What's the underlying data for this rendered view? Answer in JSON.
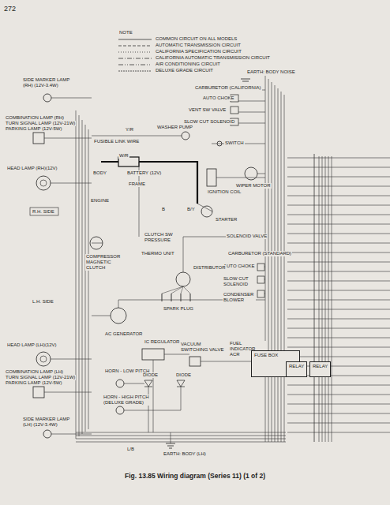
{
  "diagram": {
    "caption": "Fig. 13.85  Wiring diagram (Series 11) (1 of 2)",
    "nodes": [
      {
        "text": [
          "FUSE BOX"
        ]
      },
      {
        "text": [
          "RELAY"
        ]
      },
      {
        "text": [
          "RELAY"
        ]
      }
    ],
    "labels": [
      "272",
      "NOTE",
      "SIDE MARKER LAMP (RH) (12V-3.4W)",
      "COMBINATION LAMP (RH)",
      "TURN SIGNAL LAMP (12V-21W)",
      "PARKING LAMP (12V-5W)",
      "HEAD LAMP (RH)(12V)",
      "R.H. SIDE",
      "WASHER PUMP",
      "FUSIBLE LINK WIRE",
      "BATTERY (12V)",
      "BODY",
      "ENGINE",
      "FRAME",
      "EARTH: BODY NOISE",
      "CARBURETOR (CALIFORNIA)",
      "AUTO CHOKE",
      "VENT SW VALVE",
      "SLOW CUT SOLENOID",
      "SWITCH",
      "IGNITION COIL",
      "WIPER MOTOR",
      "STARTER",
      "SOLENOID VALVE",
      "CARBURETOR (STANDARD)",
      "AUTO CHOKE",
      "SLOW CUT SOLENOID",
      "CONDENSER BLOWER",
      "CLUTCH SW",
      "PRESSURE",
      "COMPRESSOR MAGNETIC CLUTCH",
      "THERMO UNIT",
      "DISTRIBUTOR",
      "SPARK PLUG",
      "L.H. SIDE",
      "AC GENERATOR",
      "HEAD LAMP (LH)(12V)",
      "COMBINATION LAMP (LH)",
      "TURN SIGNAL LAMP (12V-21W)",
      "PARKING LAMP (12V-5W)",
      "SIDE MARKER LAMP (LH) (12V-3.4W)",
      "IC REGULATOR",
      "VACUUM SWITCHING VALVE",
      "FUEL INDICATOR ACR",
      "HORN - LOW PITCH",
      "HORN - HIGH PITCH (DELUXE GRADE)",
      "DIODE",
      "DIODE",
      "EARTH: BODY (LH)",
      "W/R",
      "B",
      "B/Y",
      "Y/R",
      "L/B"
    ],
    "legend": [
      {
        "text": "COMMON CIRCUIT ON ALL MODELS"
      },
      {
        "text": "AUTOMATIC TRANSMISSION CIRCUIT"
      },
      {
        "text": "CALIFORNIA SPECIFICATION CIRCUIT"
      },
      {
        "text": "CALIFORNIA AUTOMATIC TRANSMISSION CIRCUIT"
      },
      {
        "text": "AIR CONDITIONING CIRCUIT"
      },
      {
        "text": "DELUXE GRADE CIRCUIT"
      }
    ]
  }
}
